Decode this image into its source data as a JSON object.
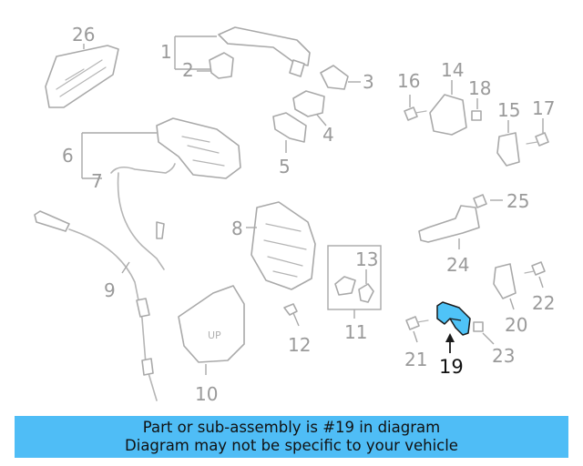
{
  "callouts": {
    "n1": "1",
    "n2": "2",
    "n3": "3",
    "n4": "4",
    "n5": "5",
    "n6": "6",
    "n7": "7",
    "n8": "8",
    "n9": "9",
    "n10": "10",
    "n11": "11",
    "n12": "12",
    "n13": "13",
    "n14": "14",
    "n15": "15",
    "n16": "16",
    "n17": "17",
    "n18": "18",
    "n19": "19",
    "n20": "20",
    "n21": "21",
    "n22": "22",
    "n23": "23",
    "n24": "24",
    "n25": "25",
    "n26": "26"
  },
  "highlight": {
    "part": "19",
    "color": "#4fc3f7"
  },
  "banner": {
    "line1": "Part or sub-assembly is #19 in diagram",
    "line2": "Diagram may not be specific to your vehicle",
    "color": "#4fbdf6"
  }
}
